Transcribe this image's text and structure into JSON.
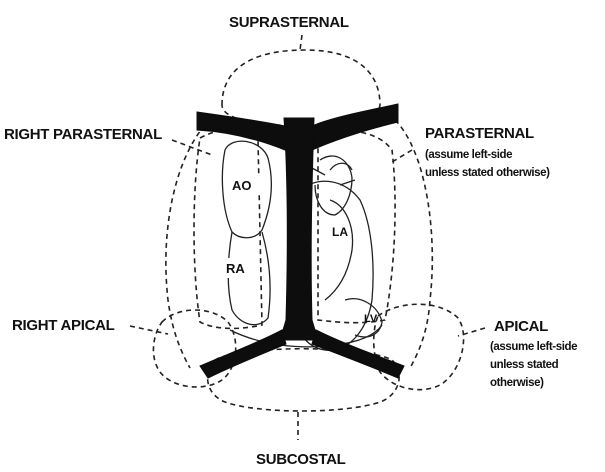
{
  "labels": {
    "suprasternal": "SUPRASTERNAL",
    "right_parasternal": "RIGHT PARASTERNAL",
    "parasternal": "PARASTERNAL",
    "parasternal_note_1": "(assume left-side",
    "parasternal_note_2": "unless stated otherwise)",
    "right_apical": "RIGHT APICAL",
    "apical": "APICAL",
    "apical_note_1": "(assume left-side",
    "apical_note_2": "unless stated",
    "apical_note_3": "otherwise)",
    "subcostal": "SUBCOSTAL"
  },
  "heart_labels": {
    "ao": "AO",
    "ra": "RA",
    "la": "LA",
    "lv": "LV"
  },
  "colors": {
    "ink": "#0d0d0d",
    "background": "#ffffff"
  }
}
